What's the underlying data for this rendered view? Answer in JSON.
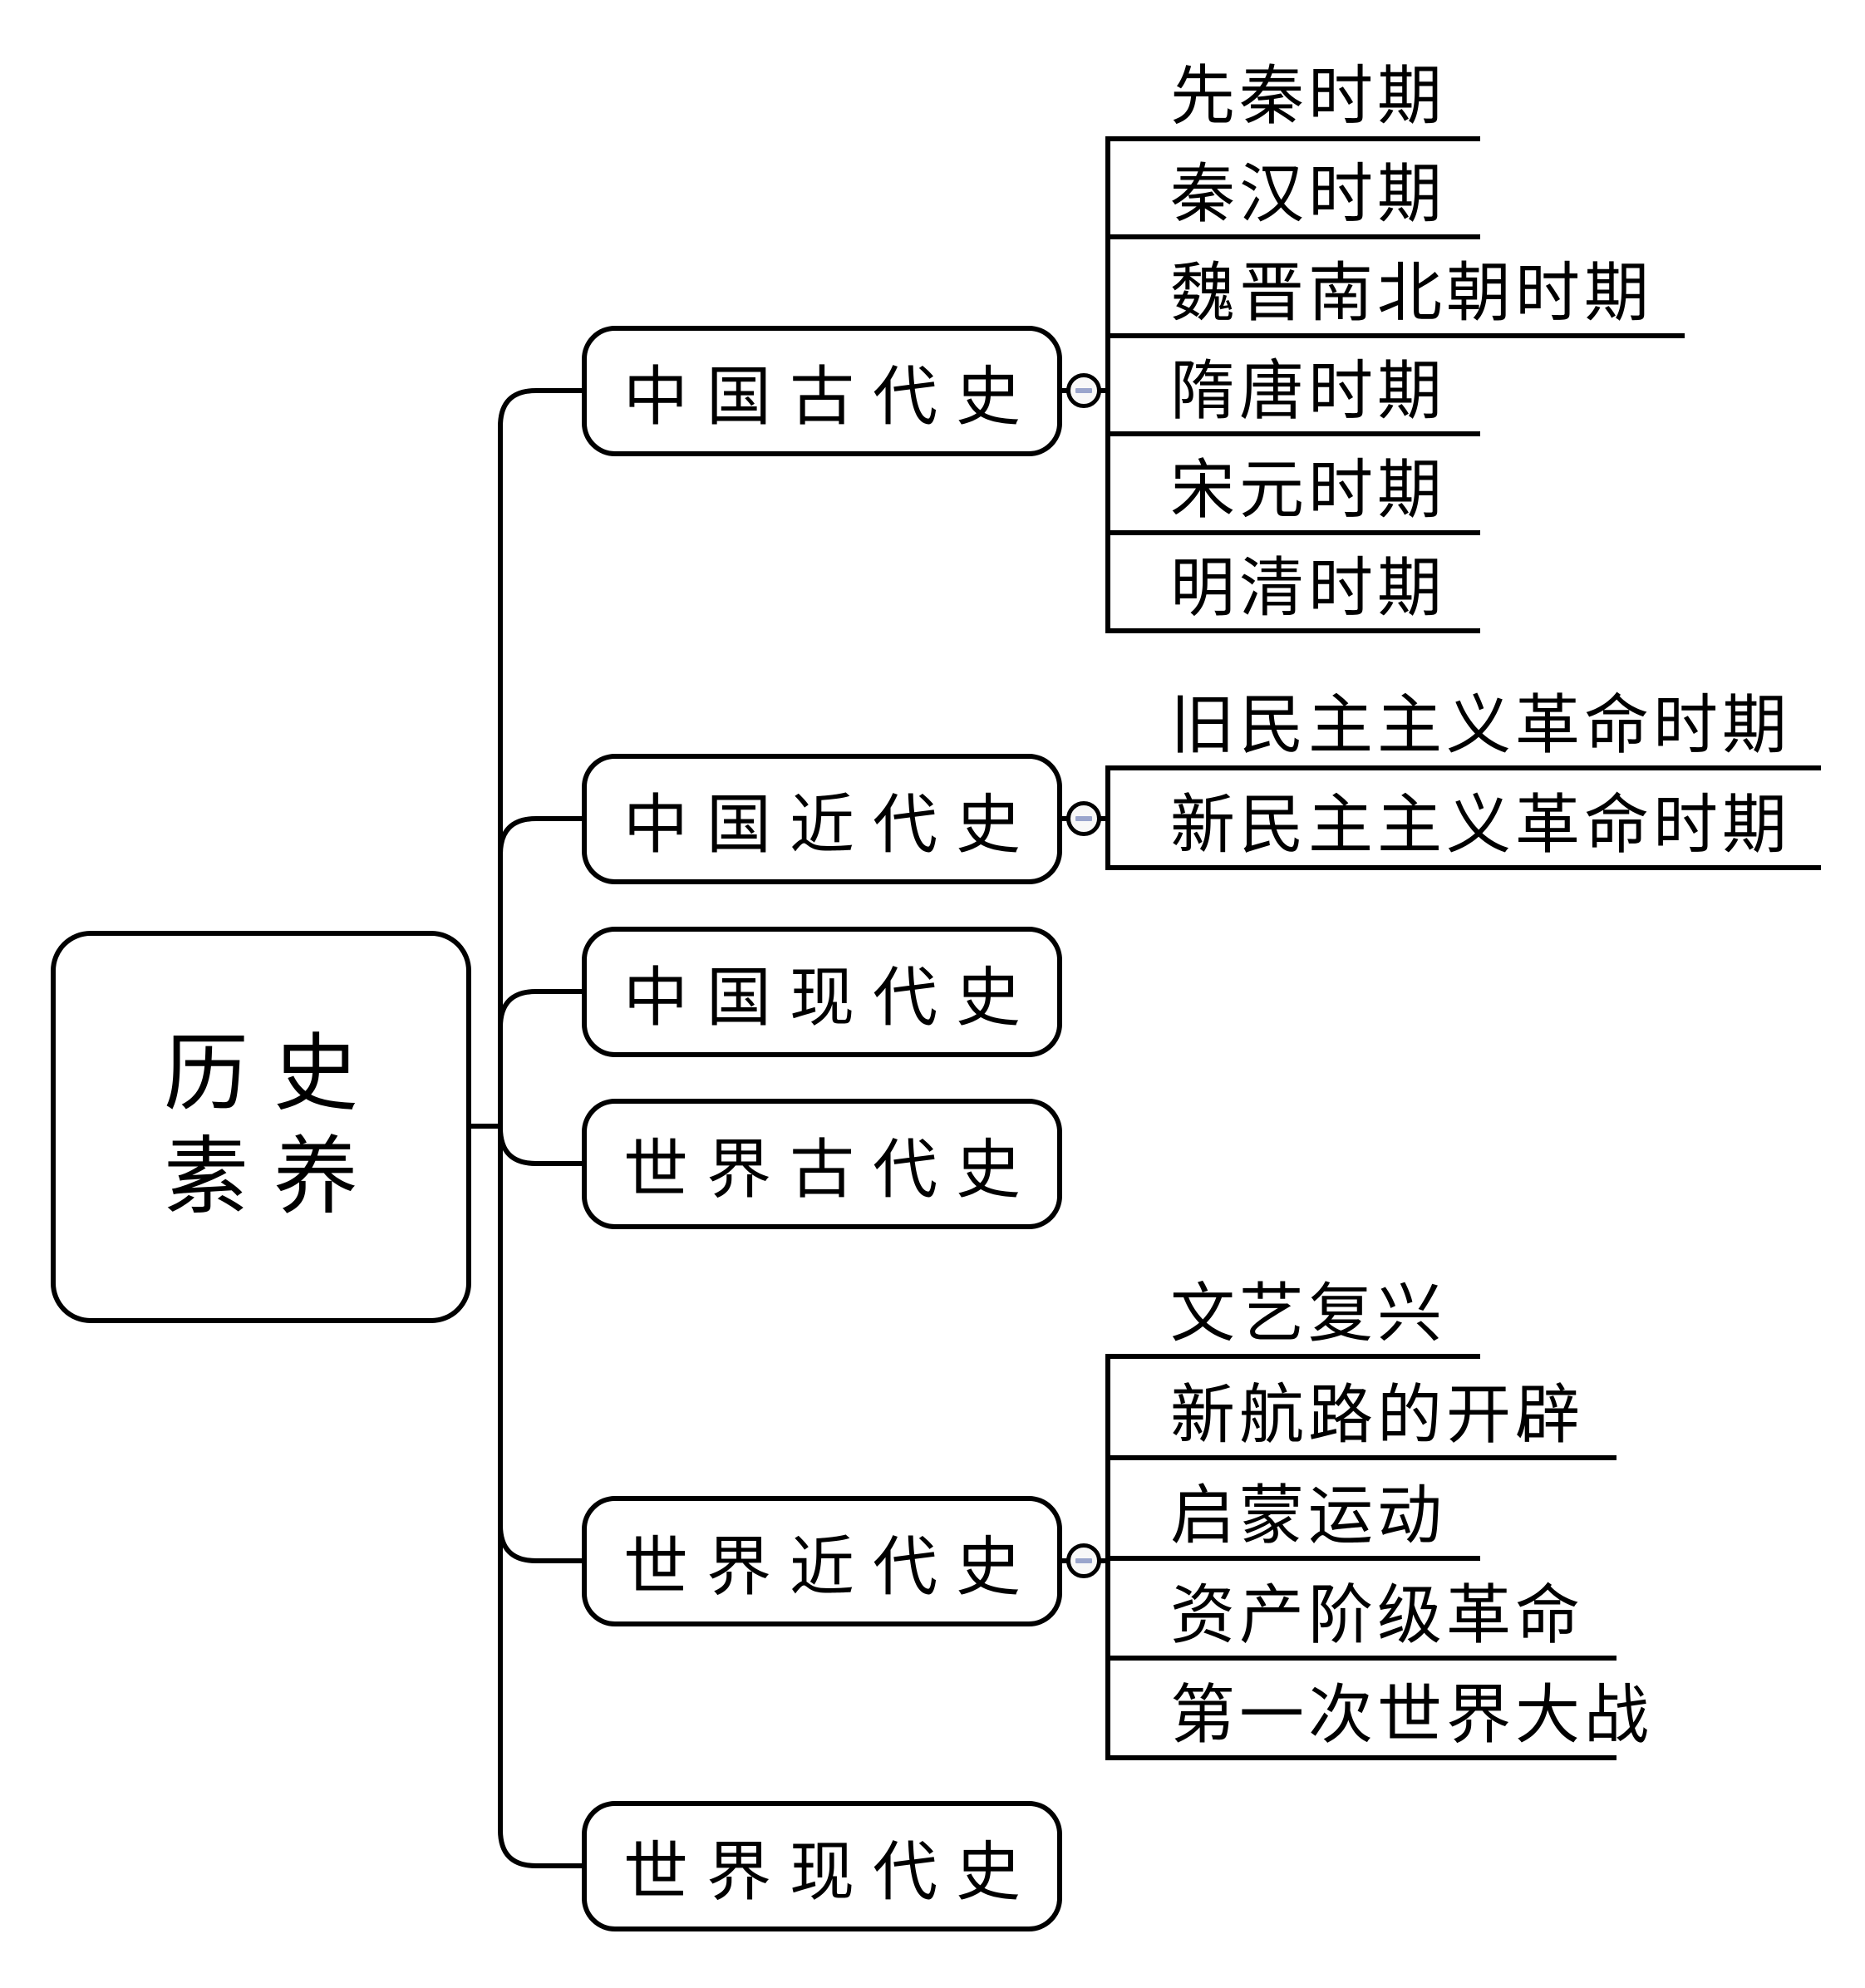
{
  "diagram": {
    "type": "mindmap-logic-chart",
    "colors": {
      "background": "#ffffff",
      "line": "#000000",
      "text": "#000000",
      "toggle_fill": "#f8f8f8",
      "toggle_minus": "#9aa5cc"
    },
    "root": {
      "label": "历史素养",
      "line1": "历史",
      "line2": "素养"
    },
    "branches": [
      {
        "label": "中国古代史",
        "has_toggle": true,
        "toggle_state": "expanded",
        "children": [
          "先秦时期",
          "秦汉时期",
          "魏晋南北朝时期",
          "隋唐时期",
          "宋元时期",
          "明清时期"
        ]
      },
      {
        "label": "中国近代史",
        "has_toggle": true,
        "toggle_state": "expanded",
        "children": [
          "旧民主主义革命时期",
          "新民主主义革命时期"
        ]
      },
      {
        "label": "中国现代史",
        "has_toggle": false,
        "children": []
      },
      {
        "label": "世界古代史",
        "has_toggle": false,
        "children": []
      },
      {
        "label": "世界近代史",
        "has_toggle": true,
        "toggle_state": "expanded",
        "children": [
          "文艺复兴",
          "新航路的开辟",
          "启蒙运动",
          "资产阶级革命",
          "第一次世界大战"
        ]
      },
      {
        "label": "世界现代史",
        "has_toggle": false,
        "children": []
      }
    ],
    "icons": {
      "toggle": "minus-icon"
    }
  }
}
